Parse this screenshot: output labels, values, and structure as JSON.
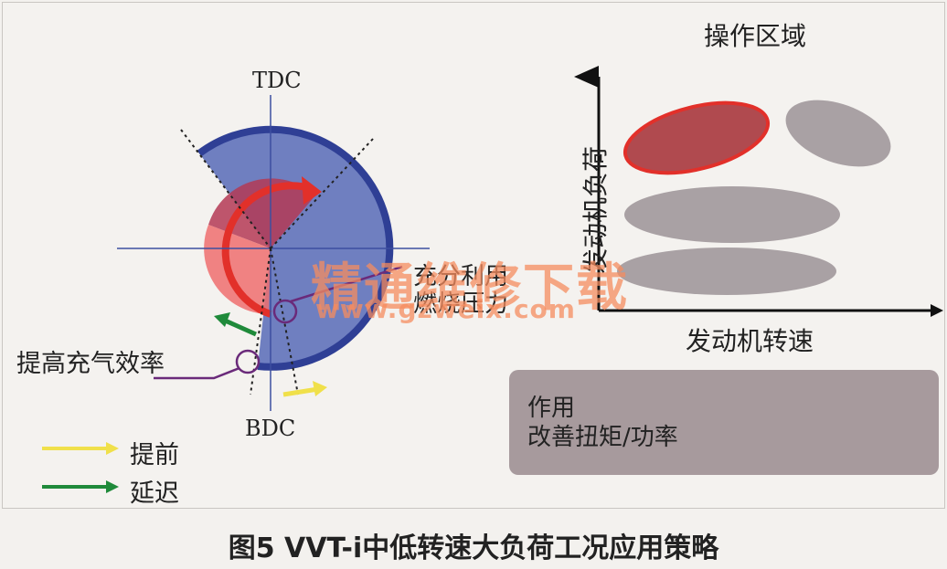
{
  "valve_diagram": {
    "tdc_label": "TDC",
    "bdc_label": "BDC",
    "label_boost_efficiency": "提高充气效率",
    "label_combustion_line1": "充分利用",
    "label_combustion_line2": "燃烧压力"
  },
  "legend": {
    "advance_label": "提前",
    "advance_color": "#f0e04a",
    "retard_label": "延迟",
    "retard_color": "#1f8a3a"
  },
  "operating_region": {
    "title": "操作区域",
    "y_axis_label": "发动机负荷",
    "x_axis_label": "发动机转速",
    "highlight_color": "#e2302a"
  },
  "effect_box": {
    "line1": "作用",
    "line2": "改善扭矩/功率"
  },
  "watermark": {
    "line1": "精通维修下载",
    "line2": "www.gzweix.com"
  },
  "caption": "图5 VVT-i中低转速大负荷工况应用策略",
  "colors": {
    "blue": "#3d4fa0",
    "red": "#e2302a",
    "gray": "#a9a1a4"
  }
}
